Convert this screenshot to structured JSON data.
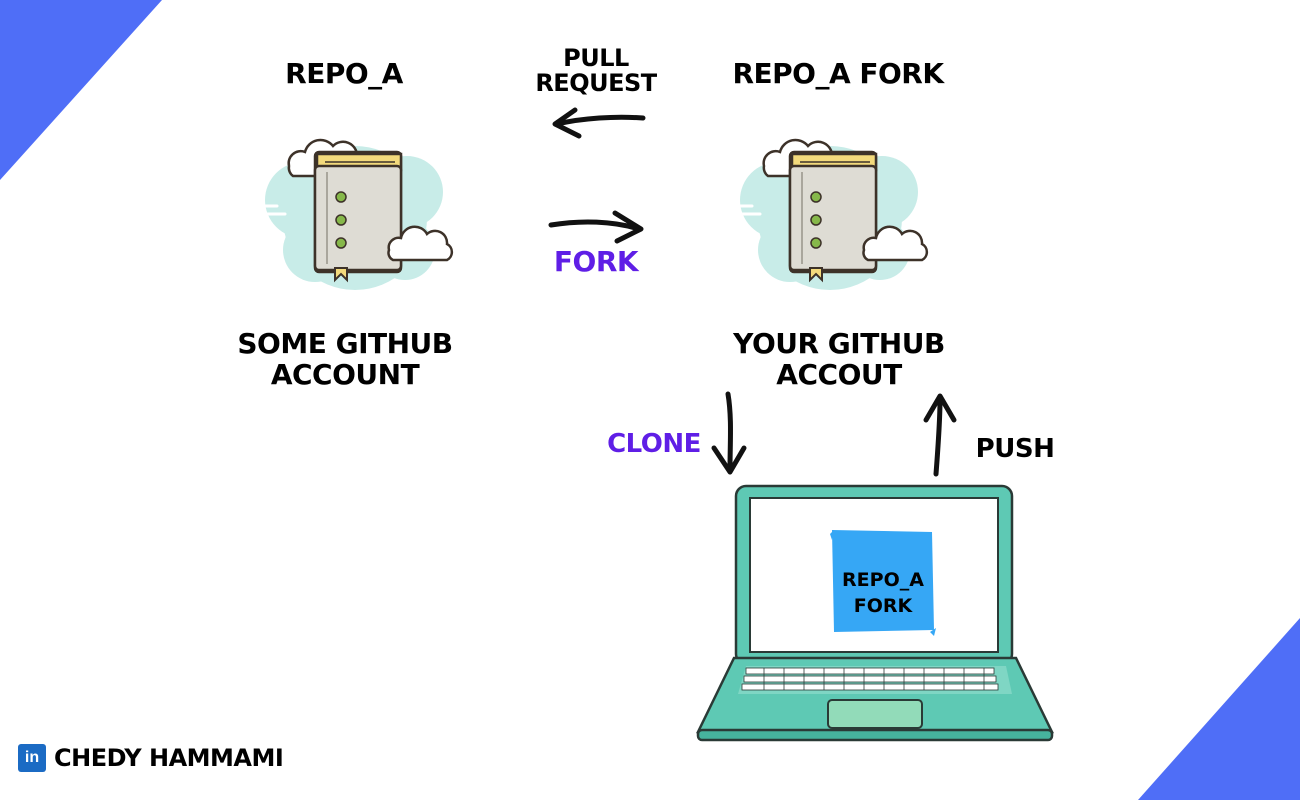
{
  "diagram": {
    "left_repo": {
      "title": "REPO_A",
      "owner_line1": "SOME GITHUB",
      "owner_line2": "ACCOUNT"
    },
    "right_repo": {
      "title": "REPO_A FORK",
      "owner_line1": "YOUR GITHUB",
      "owner_line2": "ACCOUT"
    },
    "pull_request_line1": "PULL",
    "pull_request_line2": "REQUEST",
    "fork_label": "FORK",
    "clone_label": "CLONE",
    "push_label": "PUSH",
    "laptop_screen_line1": "REPO_A",
    "laptop_screen_line2": "FORK"
  },
  "footer": {
    "linkedin_glyph": "in",
    "author": "CHEDY HAMMAMI"
  },
  "colors": {
    "corner_blue": "#4f6ef7",
    "accent_purple": "#5f1ee6",
    "laptop_teal": "#5ec9b4",
    "screen_blue": "#36a7f5",
    "cloud_mint": "#c8ece8",
    "book_gray": "#dedcd4",
    "book_top_yellow": "#f3da7c"
  }
}
